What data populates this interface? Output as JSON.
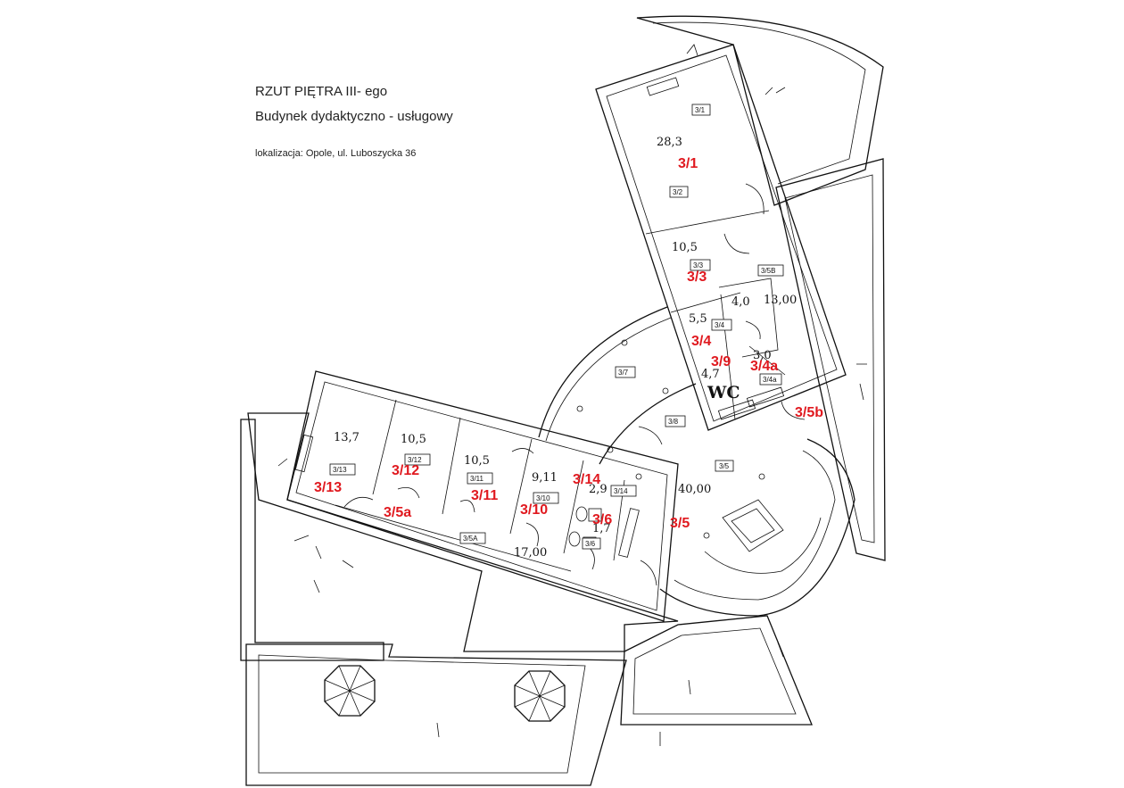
{
  "header": {
    "title": "RZUT PIĘTRA III- ego",
    "subtitle": "Budynek dydaktyczno - usługowy",
    "location": "lokalizacja: Opole, ul. Luboszycka 36"
  },
  "rooms": [
    {
      "id": "3/1",
      "area": "28,3",
      "tag": "3/1"
    },
    {
      "id": "3/2",
      "area": "",
      "tag": "3/2"
    },
    {
      "id": "3/3",
      "area": "10,5",
      "tag": "3/3"
    },
    {
      "id": "3/4",
      "area": "5,5",
      "tag": "3/4"
    },
    {
      "id": "3/4a",
      "area": "3,0",
      "tag": "3/4a"
    },
    {
      "id": "3/5",
      "area": "40,00",
      "tag": "3/5"
    },
    {
      "id": "3/5A",
      "area": "17,00",
      "tag": "3/5A"
    },
    {
      "id": "3/5B",
      "area": "13,00",
      "tag": "3/5B"
    },
    {
      "id": "3/5a",
      "area": "",
      "tag": ""
    },
    {
      "id": "3/5b",
      "area": "",
      "tag": ""
    },
    {
      "id": "3/6",
      "area": "1,7",
      "tag": "3/6"
    },
    {
      "id": "3/7",
      "area": "",
      "tag": "3/7"
    },
    {
      "id": "3/8",
      "area": "",
      "tag": "3/8"
    },
    {
      "id": "3/9",
      "area": "4,7",
      "tag": ""
    },
    {
      "id": "3/10",
      "area": "9,11",
      "tag": "3/10"
    },
    {
      "id": "3/11",
      "area": "10,5",
      "tag": "3/11"
    },
    {
      "id": "3/12",
      "area": "10,5",
      "tag": "3/12"
    },
    {
      "id": "3/13",
      "area": "13,7",
      "tag": "3/13"
    },
    {
      "id": "3/14",
      "area": "2,9",
      "tag": "3/14"
    },
    {
      "id": "wc",
      "area": "4,0",
      "tag": ""
    }
  ],
  "wc_label": "WC",
  "colors": {
    "room_label": "#e0191f",
    "line": "#111111",
    "background": "#ffffff"
  }
}
